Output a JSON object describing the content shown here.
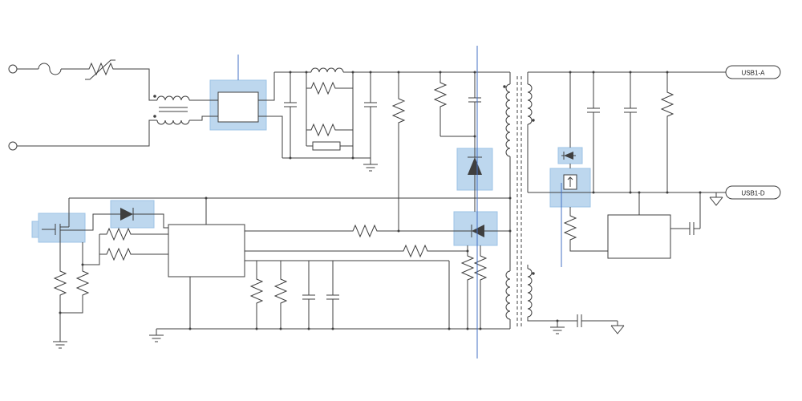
{
  "diagram": {
    "type": "circuit-schematic",
    "description": "Flyback AC-DC USB charger power-supply schematic with selected components highlighted"
  },
  "labels": {
    "usb1_a": "USB1-A",
    "usb1_d": "USB1-D"
  },
  "colors": {
    "wire": "#3f3f3f",
    "highlight_fill": "#bdd7ee",
    "highlight_stroke": "#9dc3e6",
    "guide": "#4472c4",
    "body_fill": "#ffffff",
    "canvas": "#ffffff",
    "text": "#222222"
  },
  "components": [
    "ac-input-terminals",
    "fuse",
    "varistor",
    "common-mode-choke",
    "bridge-rectifier",
    "bulk-filter",
    "snubber-clamp",
    "clamp-diode",
    "flyback-transformer",
    "primary-mosfet",
    "pwm-controller-ic",
    "startup-transistor",
    "bias-diode",
    "feedback-resistors",
    "sense-resistors",
    "bottom-filter",
    "sync-rectifier",
    "secondary-controller-ic",
    "output-capacitors",
    "usb-output-ports",
    "ground-symbols"
  ]
}
